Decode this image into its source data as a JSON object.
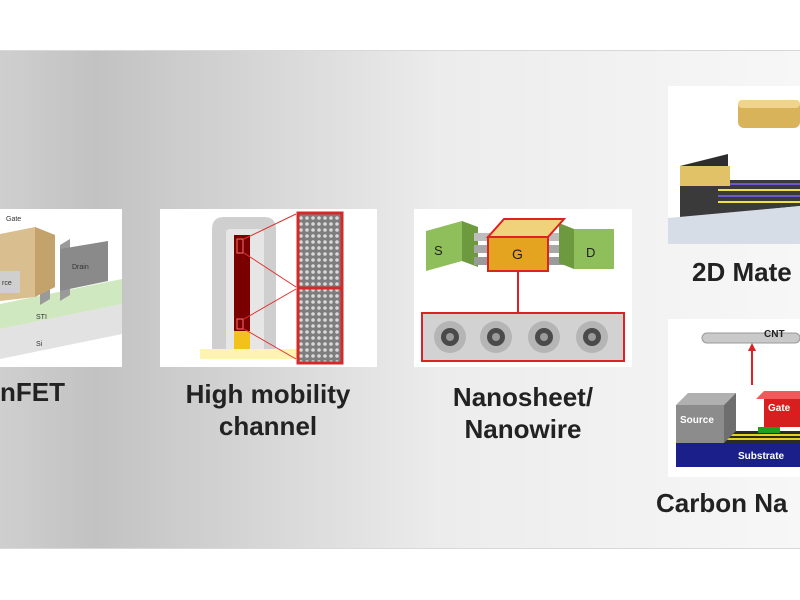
{
  "labels": {
    "finfet": "nFET",
    "high_mobility_l1": "High mobility",
    "high_mobility_l2": "channel",
    "nanosheet_l1": "Nanosheet/",
    "nanosheet_l2": "Nanowire",
    "two_d": "2D Mate",
    "carbon": "Carbon Na"
  },
  "finfet_parts": {
    "gate": "Gate",
    "drain": "Drain",
    "source": "rce",
    "sti": "STI",
    "si": "Si"
  },
  "nanosheet_parts": {
    "s": "S",
    "g": "G",
    "d": "D"
  },
  "cnt_parts": {
    "cnt": "CNT",
    "gate": "Gate",
    "source": "Source",
    "substrate": "Substrate"
  }
}
